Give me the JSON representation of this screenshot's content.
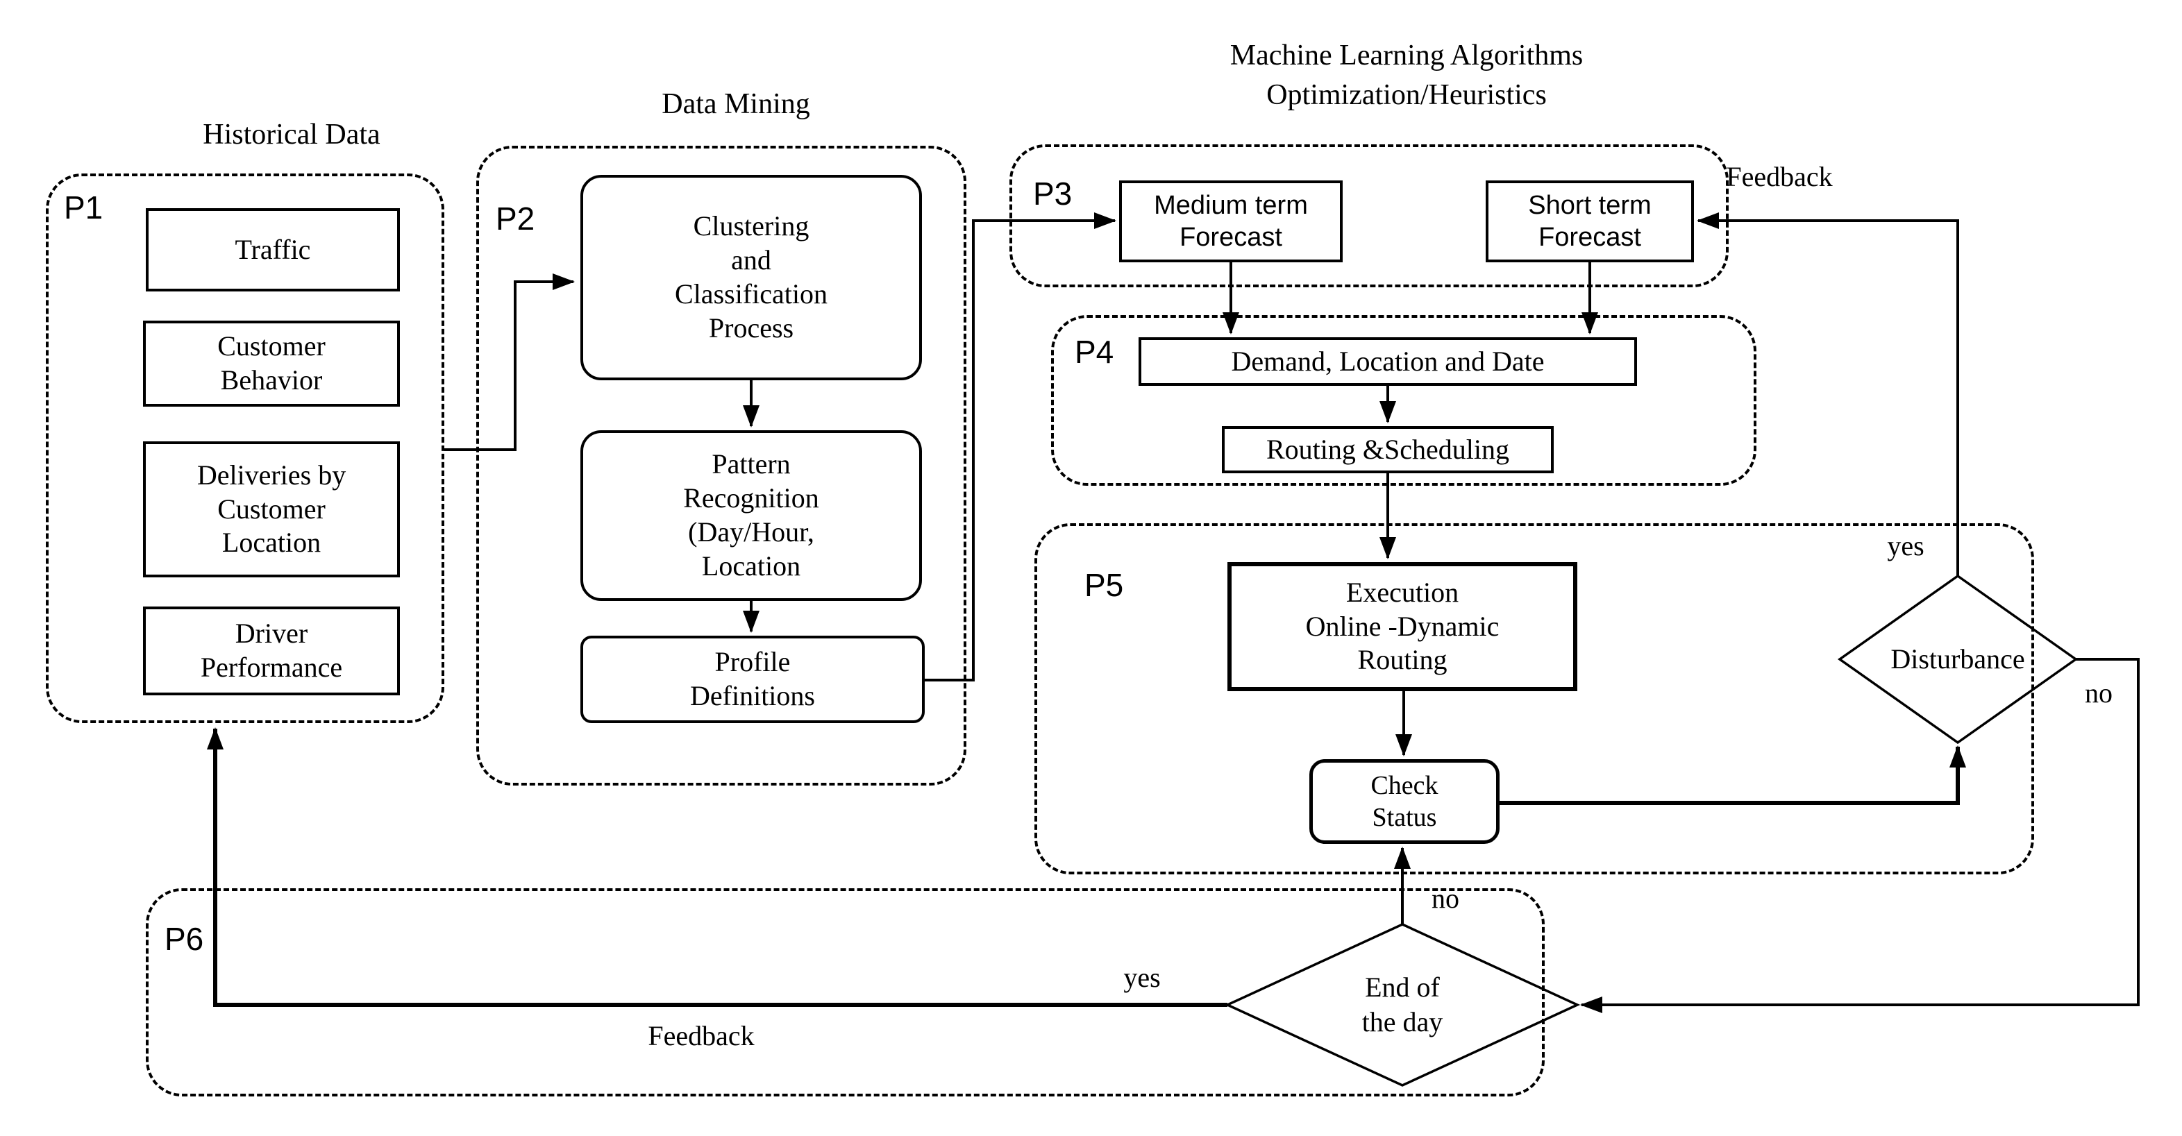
{
  "titles": {
    "historical_data": "Historical Data",
    "data_mining": "Data Mining",
    "machine_learning": "Machine Learning Algorithms\nOptimization/Heuristics"
  },
  "group_labels": {
    "p1": "P1",
    "p2": "P2",
    "p3": "P3",
    "p4": "P4",
    "p5": "P5",
    "p6": "P6"
  },
  "boxes": {
    "traffic": "Traffic",
    "customer_behavior": "Customer\nBehavior",
    "deliveries": "Deliveries by\nCustomer\nLocation",
    "driver_performance": "Driver\nPerformance",
    "clustering": "Clustering\nand\nClassification\nProcess",
    "pattern_recognition": "Pattern\nRecognition\n(Day/Hour,\nLocation",
    "profile_definitions": "Profile\nDefinitions",
    "medium_term_forecast": "Medium term\nForecast",
    "short_term_forecast": "Short term\nForecast",
    "demand_location_date": "Demand, Location and Date",
    "routing_scheduling": "Routing &Scheduling",
    "execution": "Execution\nOnline -Dynamic\nRouting",
    "check_status": "Check\nStatus"
  },
  "decisions": {
    "disturbance": "Disturbance",
    "end_of_day": "End of\nthe day"
  },
  "edge_labels": {
    "feedback_top": "Feedback",
    "feedback_bottom": "Feedback",
    "disturbance_yes": "yes",
    "disturbance_no": "no",
    "end_of_day_no": "no",
    "end_of_day_yes": "yes"
  },
  "colors": {
    "line": "#000000",
    "background": "#ffffff",
    "text": "#000000"
  }
}
